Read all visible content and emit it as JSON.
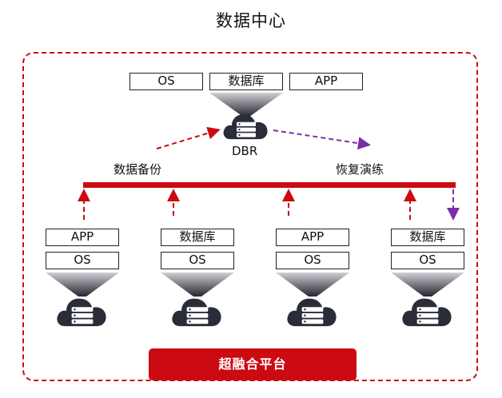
{
  "title": "数据中心",
  "top_boxes": [
    "OS",
    "数据库",
    "APP"
  ],
  "dbr_label": "DBR",
  "left_action": "数据备份",
  "right_action": "恢复演练",
  "nodes": [
    {
      "top": "APP",
      "bottom": "OS"
    },
    {
      "top": "数据库",
      "bottom": "OS"
    },
    {
      "top": "APP",
      "bottom": "OS"
    },
    {
      "top": "数据库",
      "bottom": "OS"
    }
  ],
  "platform": "超融合平台",
  "colors": {
    "red": "#cc0a12",
    "purple": "#7a2ea8",
    "dark": "#2a2c38",
    "frame": "#cc0a12"
  }
}
